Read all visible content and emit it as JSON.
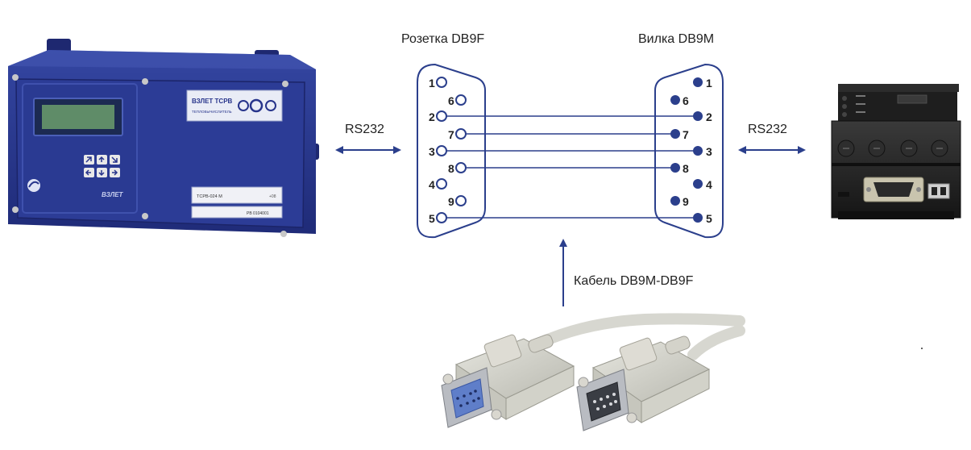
{
  "labels": {
    "socket": "Розетка DB9F",
    "plug": "Вилка DB9M",
    "rs232_left": "RS232",
    "rs232_right": "RS232",
    "cable": "Кабель DB9M-DB9F"
  },
  "device_left": {
    "brand_line1": "ВЗЛЕТ ТСРВ",
    "brand_line2": "ТЕПЛОВЫЧИСЛИТЕЛЬ",
    "model": "ТСРВ-024 М",
    "side_code": "+08",
    "bottom_text": "РВ 0104001",
    "logo_text": "ВЗЛЕТ"
  },
  "socket_pins": [
    "1",
    "2",
    "3",
    "4",
    "5",
    "6",
    "7",
    "8",
    "9"
  ],
  "plug_pins": [
    "1",
    "2",
    "3",
    "4",
    "5",
    "6",
    "7",
    "8",
    "9"
  ],
  "colors": {
    "accent": "#2b3f8c",
    "device_blue": "#27348b",
    "line": "#2b3f8c"
  }
}
